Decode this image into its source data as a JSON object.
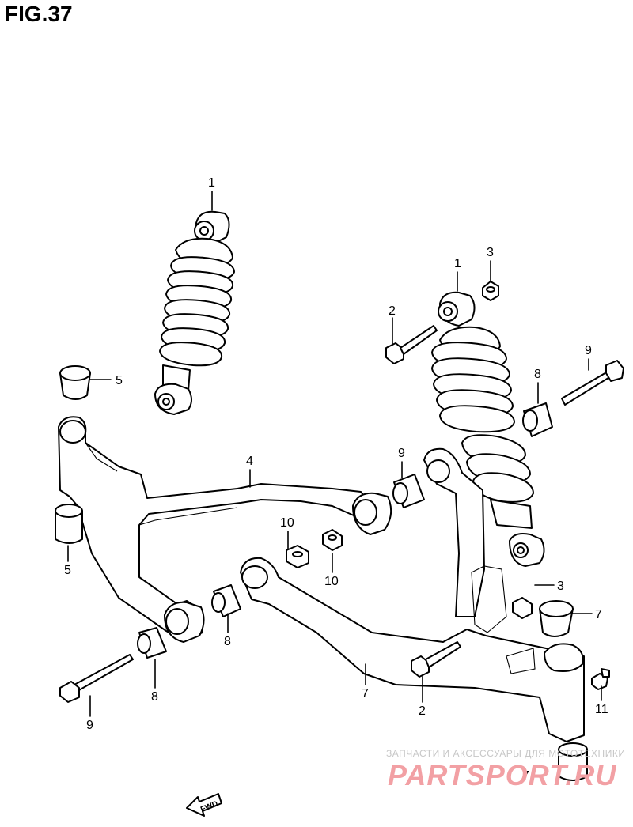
{
  "figure": {
    "title": "FIG.37"
  },
  "callouts": {
    "shock_left": "1",
    "shock_right": "1",
    "bolt_top": "2",
    "bolt_bottom": "2",
    "nut_top": "3",
    "nut_bottom": "3",
    "upper_arm": "4",
    "bushing_top": "5",
    "bushing_left": "5",
    "lower_arm": "7",
    "bushing_right": "7",
    "bushing_bottom": "7",
    "spacer_right": "8",
    "spacer_left_mid": "8",
    "spacer_left_low": "8",
    "bolt_right": "9",
    "spacer_mid": "9",
    "bolt_left": "9",
    "nut_upper": "10",
    "nut_lower": "10",
    "grease_fitting": "11"
  },
  "fwd_label": "FWD",
  "watermark": {
    "caption": "ЗАПЧАСТИ И АКСЕССУАРЫ ДЛЯ МОТОТЕХНИКИ",
    "logo": "PARTSPORT.RU"
  }
}
